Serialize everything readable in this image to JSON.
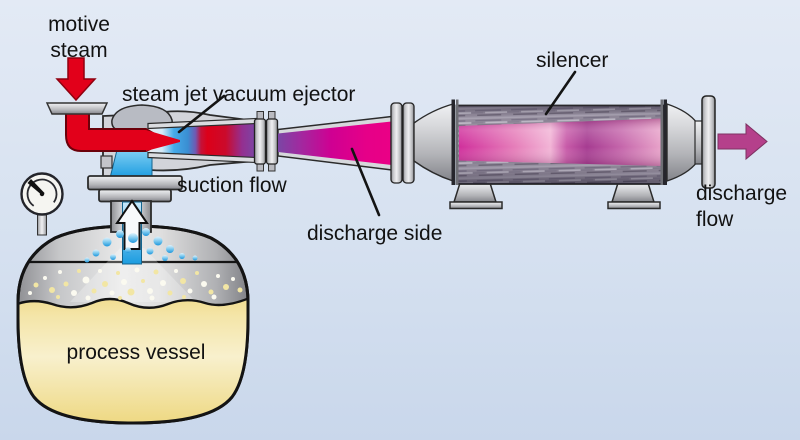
{
  "labels": {
    "motive_steam": {
      "lines": [
        "motive",
        "steam"
      ]
    },
    "ejector": "steam jet vacuum ejector",
    "silencer": "silencer",
    "suction_flow": "suction flow",
    "discharge_side": "discharge side",
    "discharge_flow": {
      "lines": [
        "discharge",
        "flow"
      ]
    },
    "process_vessel": "process vessel"
  },
  "colors": {
    "background_top": "#e2e9f5",
    "background_bottom": "#ccd9ec",
    "motive_steam_red": "#e2001a",
    "suction_blue": "#2aa3e3",
    "discharge_magenta": "#e6008c",
    "silencer_flow_pink": "#d43a9f",
    "discharge_arrow_plum": "#b5408b",
    "metal_grey": "#c9ccd2",
    "liquid_yellow": "#f2dd8e",
    "label_text": "#121212"
  },
  "icons": {
    "motive_steam_arrow": "down-arrow",
    "suction_arrow": "up-arrow",
    "discharge_arrow": "right-arrow",
    "pressure_gauge": "gauge-dial"
  }
}
